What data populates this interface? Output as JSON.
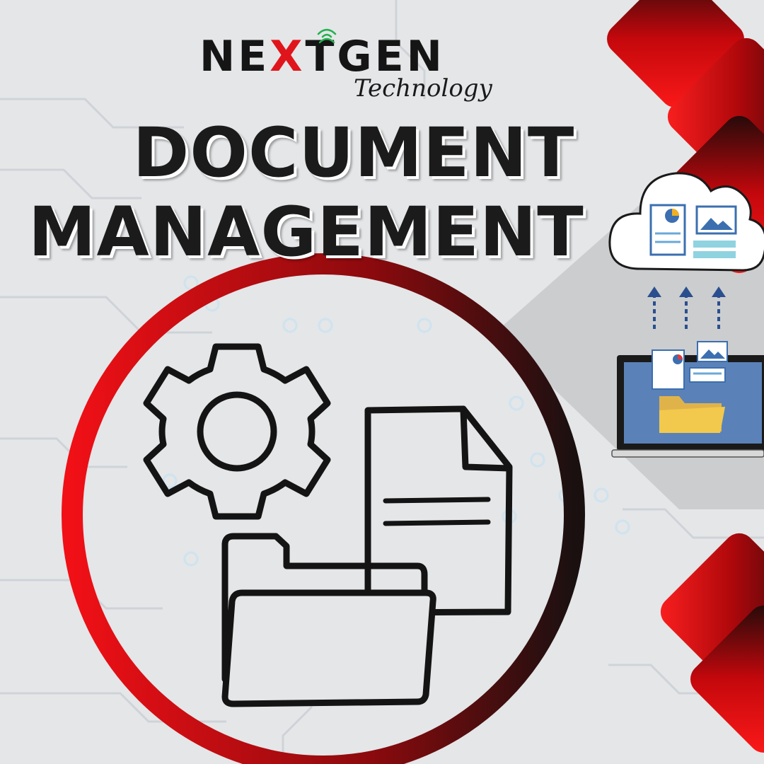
{
  "logo": {
    "brand_left": "NE",
    "brand_x": "X",
    "brand_right": "TGEN",
    "tagline": "Technology"
  },
  "headline": {
    "line1": "DOCUMENT",
    "line2": "MANAGEMENT"
  },
  "colors": {
    "accent": "#e0151b",
    "dark": "#1b1b1b",
    "background": "#e4e6e8"
  },
  "icons": [
    "gear-icon",
    "document-icon",
    "folder-icon",
    "cloud-upload-icon",
    "laptop-icon",
    "wifi-signal-icon"
  ]
}
